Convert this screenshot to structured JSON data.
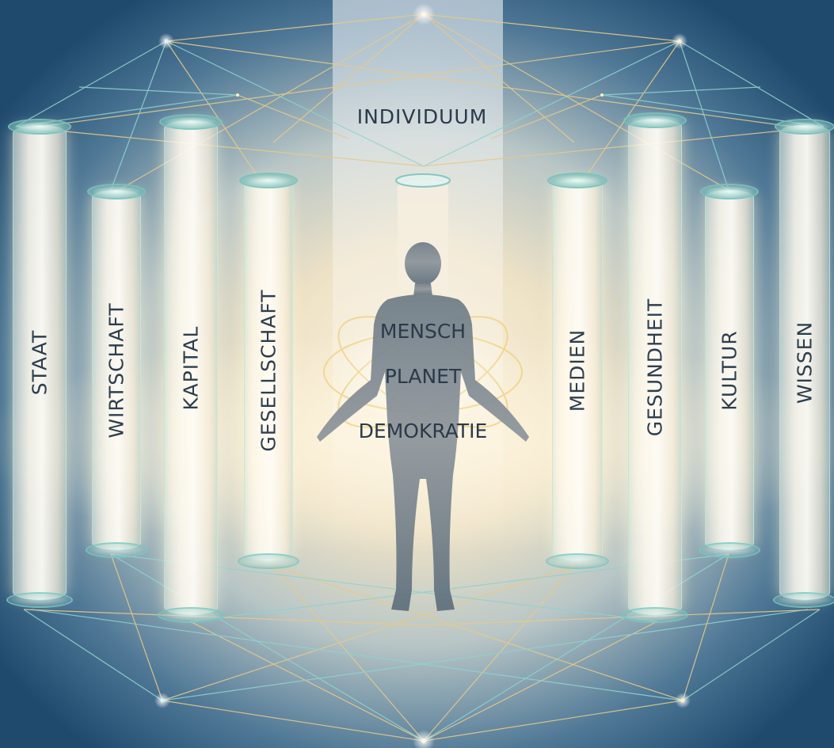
{
  "top_label": "INDIVIDUUM",
  "center_labels": [
    "MENSCH",
    "PLANET",
    "DEMOKRATIE"
  ],
  "pillars": [
    {
      "label": "STAAT"
    },
    {
      "label": "WIRTSCHAFT"
    },
    {
      "label": "KAPITAL"
    },
    {
      "label": "GESELLSCHAFT"
    },
    {
      "label": "MEDIEN"
    },
    {
      "label": "GESUNDHEIT"
    },
    {
      "label": "KULTUR"
    },
    {
      "label": "WISSEN"
    }
  ],
  "colors": {
    "background_edge": "#1f4a6e",
    "background_center": "#f4e9cf",
    "network_line_gold": "#e8c98a",
    "network_line_teal": "#8fd2cf",
    "pillar_rim": "#78c3be",
    "figure": "#6f7c85",
    "text": "#2d3e4e"
  }
}
